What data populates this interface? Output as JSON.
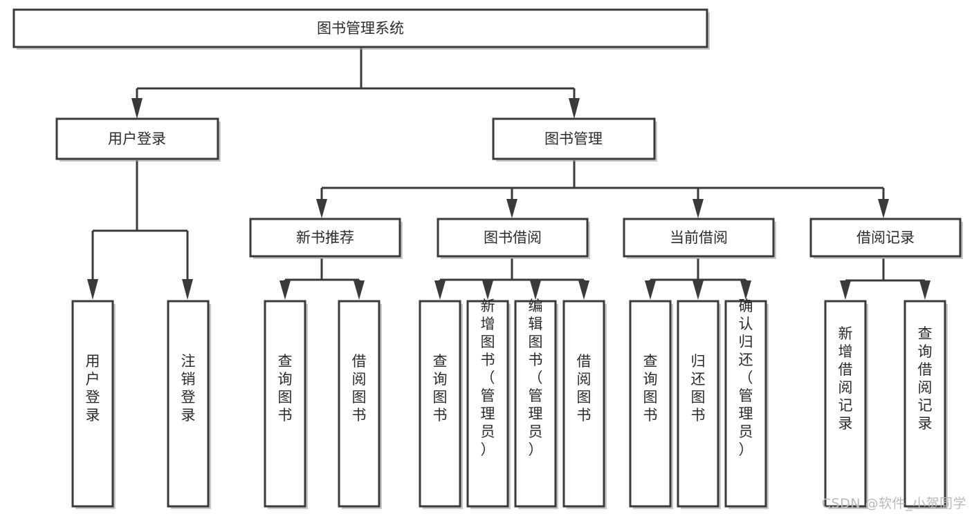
{
  "diagram": {
    "title": "图书管理系统",
    "type": "tree",
    "watermark": "CSDN @软件_小贺同学",
    "colors": {
      "box_stroke": "#3a3a3a",
      "box_fill": "#ffffff",
      "text": "#2b2b2b",
      "connector": "#3a3a3a",
      "watermark": "#b9b9b9",
      "background": "#ffffff"
    },
    "root": {
      "id": "root",
      "label": "图书管理系统",
      "orientation": "horizontal"
    },
    "level2": [
      {
        "id": "user-login",
        "label": "用户登录",
        "orientation": "horizontal"
      },
      {
        "id": "book-manage",
        "label": "图书管理",
        "orientation": "horizontal"
      }
    ],
    "level3": [
      {
        "id": "new-book-recommend",
        "label": "新书推荐",
        "parent": "book-manage",
        "orientation": "horizontal"
      },
      {
        "id": "book-borrow",
        "label": "图书借阅",
        "parent": "book-manage",
        "orientation": "horizontal"
      },
      {
        "id": "current-borrow",
        "label": "当前借阅",
        "parent": "book-manage",
        "orientation": "horizontal"
      },
      {
        "id": "borrow-record",
        "label": "借阅记录",
        "parent": "book-manage",
        "orientation": "horizontal"
      }
    ],
    "leaves": [
      {
        "id": "leaf-user-login",
        "label": "用户登录",
        "parent": "user-login",
        "orientation": "vertical"
      },
      {
        "id": "leaf-logout-login",
        "label": "注销登录",
        "parent": "user-login",
        "orientation": "vertical"
      },
      {
        "id": "leaf-query-book-recommend",
        "label": "查询图书",
        "parent": "new-book-recommend",
        "orientation": "vertical"
      },
      {
        "id": "leaf-borrow-book-recommend",
        "label": "借阅图书",
        "parent": "new-book-recommend",
        "orientation": "vertical"
      },
      {
        "id": "leaf-query-book-borrow",
        "label": "查询图书",
        "parent": "book-borrow",
        "orientation": "vertical"
      },
      {
        "id": "leaf-add-book-admin",
        "label": "新增图书（管理员）",
        "parent": "book-borrow",
        "orientation": "vertical"
      },
      {
        "id": "leaf-edit-book-admin",
        "label": "编辑图书（管理员）",
        "parent": "book-borrow",
        "orientation": "vertical"
      },
      {
        "id": "leaf-borrow-book",
        "label": "借阅图书",
        "parent": "book-borrow",
        "orientation": "vertical"
      },
      {
        "id": "leaf-query-book-current",
        "label": "查询图书",
        "parent": "current-borrow",
        "orientation": "vertical"
      },
      {
        "id": "leaf-return-book",
        "label": "归还图书",
        "parent": "current-borrow",
        "orientation": "vertical"
      },
      {
        "id": "leaf-confirm-return-admin",
        "label": "确认归还（管理员）",
        "parent": "current-borrow",
        "orientation": "vertical"
      },
      {
        "id": "leaf-add-borrow-record",
        "label": "新增借阅记录",
        "parent": "borrow-record",
        "orientation": "vertical"
      },
      {
        "id": "leaf-query-borrow-record",
        "label": "查询借阅记录",
        "parent": "borrow-record",
        "orientation": "vertical"
      }
    ]
  }
}
